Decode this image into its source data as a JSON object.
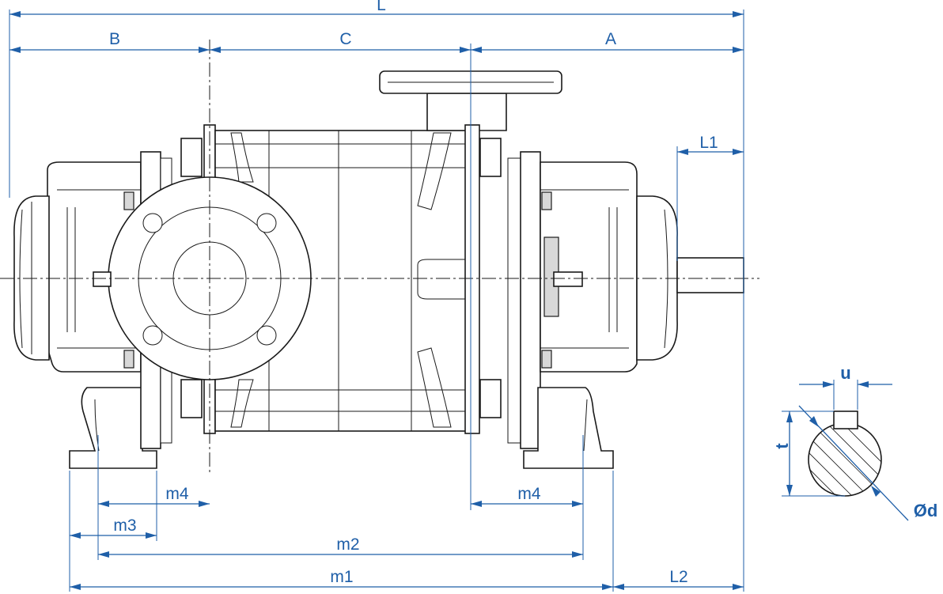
{
  "dimensions": {
    "L": "L",
    "B": "B",
    "C": "C",
    "A": "A",
    "L1": "L1",
    "L2": "L2",
    "m1": "m1",
    "m2": "m2",
    "m3": "m3",
    "m4_left": "m4",
    "m4_right": "m4"
  },
  "shaft_detail": {
    "u": "u",
    "t": "t",
    "d": "Ød"
  },
  "colors": {
    "dimension": "#1f5fa8",
    "outline": "#1a1a1a"
  }
}
